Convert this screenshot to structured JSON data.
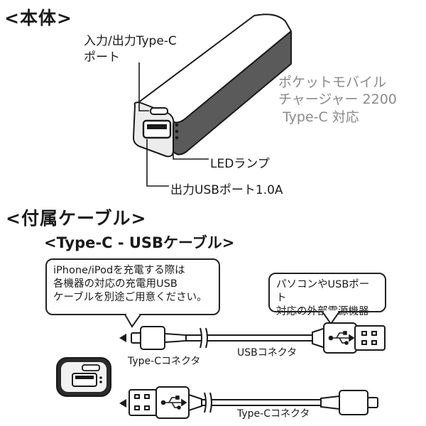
{
  "sections": {
    "body_heading": "<本体>",
    "accessory_heading": "<付属ケーブル>",
    "cable_heading": "<Type-C - USBケーブル>"
  },
  "labels": {
    "io_port_line1": "入力/出力Type-C",
    "io_port_line2": "ポート",
    "led_lamp": "LEDランプ",
    "usb_out": "出力USBポート1.0A",
    "product_line1": "ポケットモバイル",
    "product_line2": "チャージャー 2200",
    "product_line3": "Type-C 対応",
    "typec_connector_1": "Type-Cコネクタ",
    "usb_connector": "USBコネクタ",
    "typec_connector_2": "Type-Cコネクタ"
  },
  "notes": {
    "iphone_line1": "iPhone/iPodを充電する際は",
    "iphone_line2": "各機器の対応の充電用USB",
    "iphone_line3": "ケーブルを別途ご用意ください。",
    "pc_line1": "パソコンやUSBポート",
    "pc_line2": "対応の外部電源機器"
  },
  "icons": [
    "usb-symbol-icon",
    "arrow-left-icon",
    "cable-break-icon"
  ]
}
